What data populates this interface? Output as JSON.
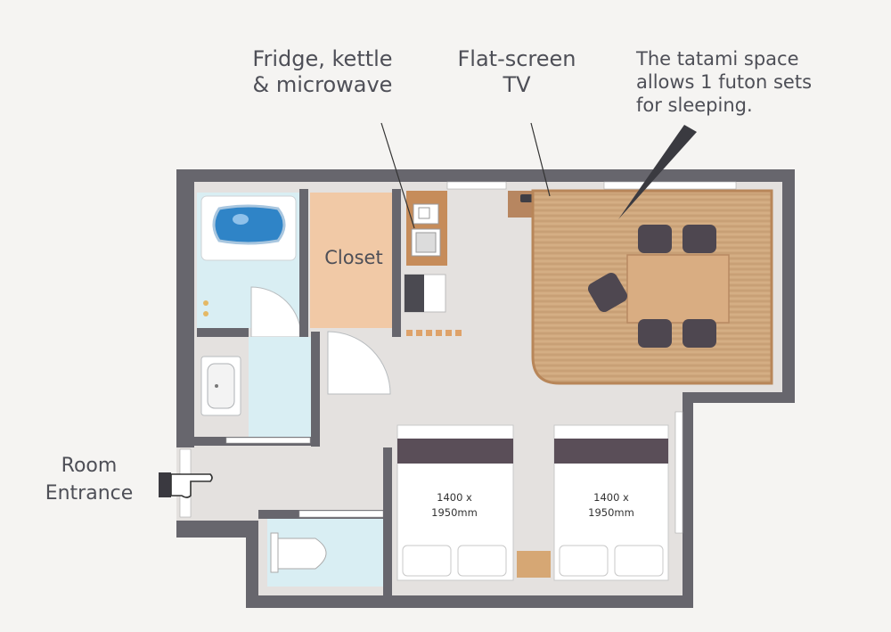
{
  "labels": {
    "fridge_line1": "Fridge, kettle",
    "fridge_line2": "& microwave",
    "tv_line1": "Flat-screen",
    "tv_line2": "TV",
    "tatami_line1": "The tatami space",
    "tatami_line2": "allows 1 futon sets",
    "tatami_line3": "for sleeping.",
    "entrance_line1": "Room",
    "entrance_line2": "Entrance",
    "closet": "Closet"
  },
  "beds": [
    {
      "size_line1": "1400 x",
      "size_line2": "1950mm"
    },
    {
      "size_line1": "1400 x",
      "size_line2": "1950mm"
    }
  ],
  "colors": {
    "wall": "#67666d",
    "floor": "#e4e0de",
    "tatami": "#c9a178",
    "closet": "#f1c9a6",
    "bath": "#d9eef3",
    "text": "#4e4f57",
    "bed_stripe": "#5a4e58"
  }
}
